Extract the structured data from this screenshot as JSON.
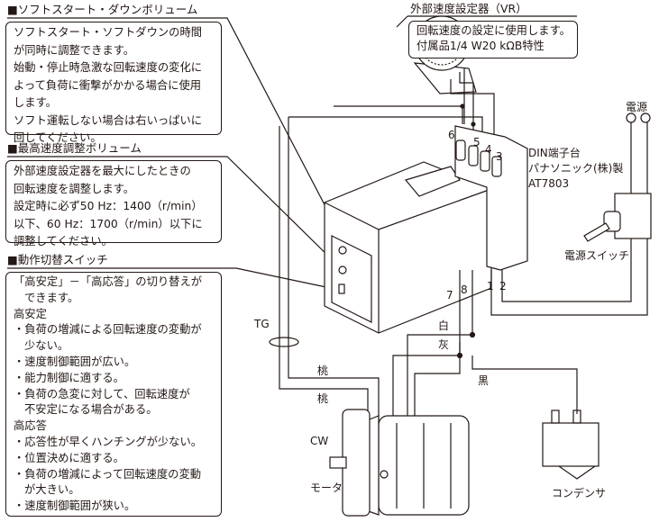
{
  "soft_start": {
    "title": "■ソフトスタート・ダウンボリューム",
    "lines": [
      "ソフトスタート・ソフトダウンの時間",
      "が同時に調整できます。",
      "始動・停止時急激な回転速度の変化に",
      "よって負荷に衝撃がかかる場合に使用",
      "します。",
      "ソフト運転しない場合は右いっぱいに",
      "回してください。"
    ]
  },
  "max_speed": {
    "title": "■最高速度調整ボリューム",
    "lines": [
      "外部速度設定器を最大にしたときの",
      "回転速度を調整します。",
      "設定時に必ず50 Hz：1400（r/min）",
      "以下、60 Hz：1700（r/min）以下に",
      "調整してください。"
    ]
  },
  "mode_switch": {
    "title": "■動作切替スイッチ",
    "lines": [
      "「高安定」－「高応答」の切り替えが",
      "できます。",
      "高安定",
      "・負荷の増減による回転速度の変動が",
      "少ない。",
      "・速度制御範囲が広い。",
      "・能力制御に適する。",
      "・負荷の急変に対して、回転速度が",
      "不安定になる場合がある。",
      "高応答",
      "・応答性が早くハンチングが少ない。",
      "・位置決めに適する。",
      "・負荷の増減によって回転速度の変動",
      "が大きい。",
      "・速度制御範囲が狭い。"
    ]
  },
  "vr": {
    "title": "外部速度設定器（VR）",
    "lines": [
      "回転速度の設定に使用します。",
      "付属品1/4 W20 kΩB特性"
    ]
  },
  "din": {
    "lines": [
      "DIN端子台",
      "パナソニック(株)製",
      "AT7803"
    ]
  },
  "terminals": {
    "t6": "6",
    "t5": "5",
    "t4": "4",
    "t3": "3",
    "t7": "7",
    "t8": "8",
    "t1": "1",
    "t2": "2"
  },
  "power": {
    "label": "電源",
    "switch_label": "電源スイッチ"
  },
  "wires": {
    "white": "白",
    "gray": "灰",
    "pink1": "桃",
    "pink2": "桃",
    "black": "黒",
    "tg": "TG"
  },
  "motor": {
    "label": "モータ",
    "cw": "CW"
  },
  "capacitor": {
    "label": "コンデンサ"
  }
}
